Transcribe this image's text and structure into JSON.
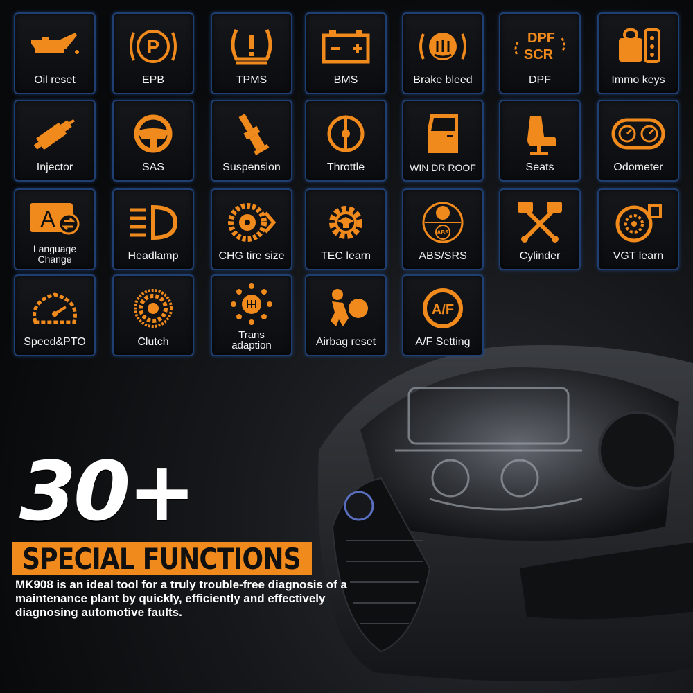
{
  "accent_color": "#f08a1c",
  "tile_border_color": "#1f3f73",
  "tiles": [
    {
      "label": "Oil reset",
      "icon": "oil-can-icon"
    },
    {
      "label": "EPB",
      "icon": "parking-brake-icon"
    },
    {
      "label": "TPMS",
      "icon": "tire-pressure-icon"
    },
    {
      "label": "BMS",
      "icon": "battery-icon"
    },
    {
      "label": "Brake bleed",
      "icon": "brake-bleed-icon"
    },
    {
      "label": "DPF",
      "icon": "dpf-scr-icon"
    },
    {
      "label": "Immo keys",
      "icon": "immo-key-icon"
    },
    {
      "label": "Injector",
      "icon": "injector-icon"
    },
    {
      "label": "SAS",
      "icon": "steering-wheel-icon"
    },
    {
      "label": "Suspension",
      "icon": "suspension-icon"
    },
    {
      "label": "Throttle",
      "icon": "throttle-icon"
    },
    {
      "label": "WIN DR ROOF",
      "icon": "door-window-icon"
    },
    {
      "label": "Seats",
      "icon": "seat-icon"
    },
    {
      "label": "Odometer",
      "icon": "odometer-icon"
    },
    {
      "label": "Language\nChange",
      "icon": "language-icon"
    },
    {
      "label": "Headlamp",
      "icon": "headlamp-icon"
    },
    {
      "label": "CHG tire size",
      "icon": "tire-size-icon"
    },
    {
      "label": "TEC learn",
      "icon": "gear-learn-icon"
    },
    {
      "label": "ABS/SRS",
      "icon": "abs-srs-icon"
    },
    {
      "label": "Cylinder",
      "icon": "cylinder-icon"
    },
    {
      "label": "VGT learn",
      "icon": "turbo-icon"
    },
    {
      "label": "Speed&PTO",
      "icon": "speedometer-icon"
    },
    {
      "label": "Clutch",
      "icon": "clutch-icon"
    },
    {
      "label": "Trans\nadaption",
      "icon": "transmission-icon"
    },
    {
      "label": "Airbag reset",
      "icon": "airbag-icon"
    },
    {
      "label": "A/F Setting",
      "icon": "air-fuel-icon"
    }
  ],
  "icon_text": {
    "epb": "P",
    "dpf_top": "DPF",
    "dpf_bottom": "SCR",
    "language": "A",
    "abs": "ABS",
    "af": "A/F"
  },
  "headline": "30+",
  "banner": "SPECIAL FUNCTIONS",
  "description": "MK908 is an ideal tool for a truly trouble-free diagnosis of a maintenance plant by quickly, efficiently and effectively diagnosing automotive faults."
}
